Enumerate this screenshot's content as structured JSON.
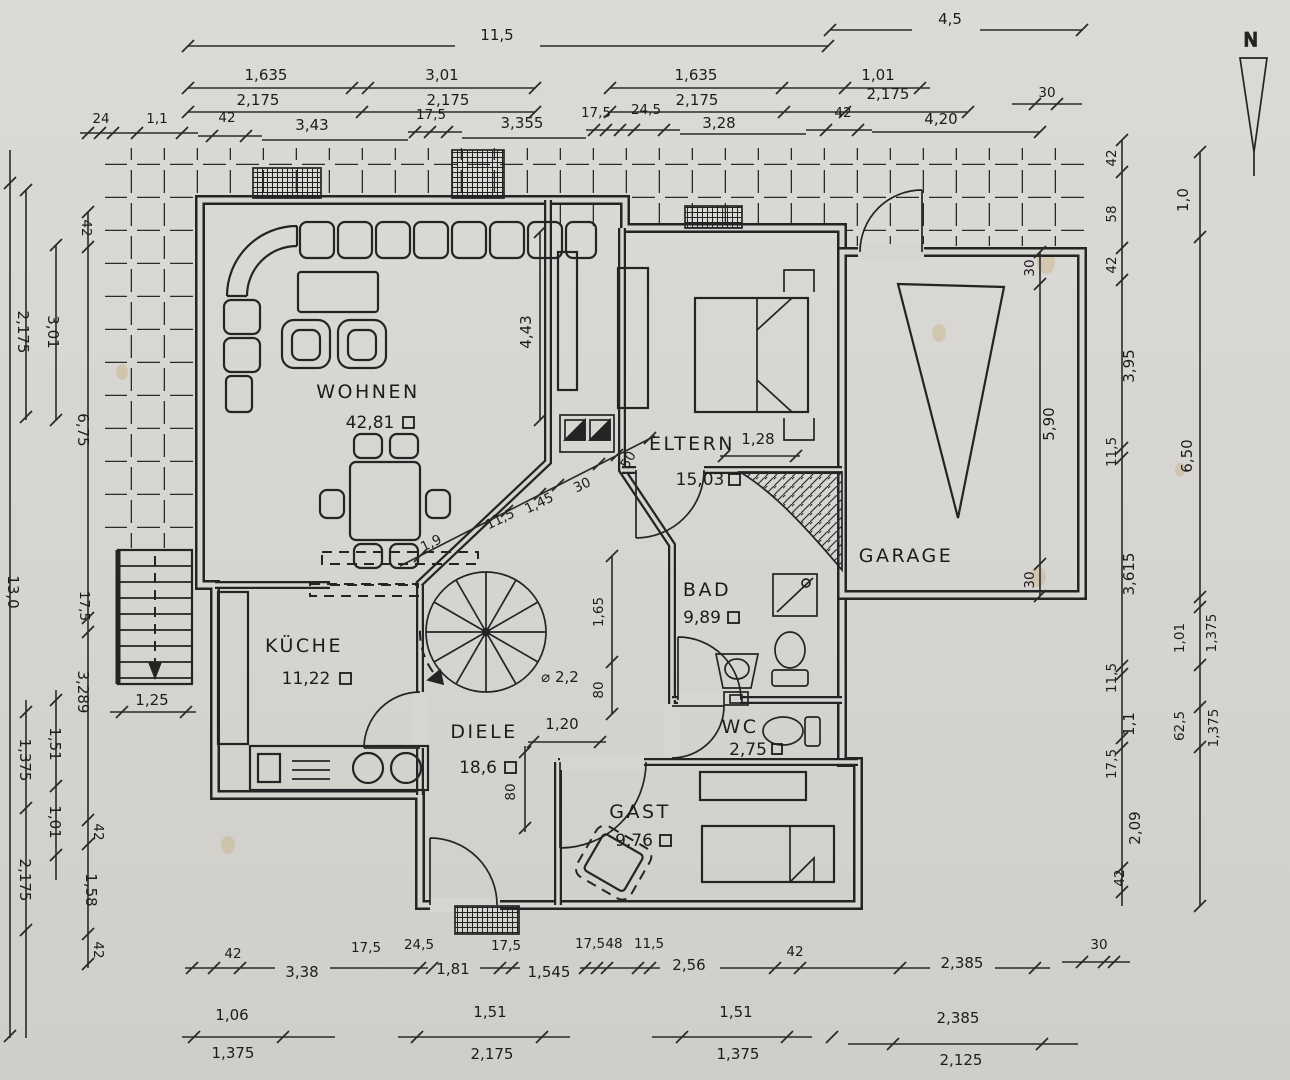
{
  "plan": {
    "north_label": "N",
    "rooms": {
      "wohnen": {
        "name": "WOHNEN",
        "area": "42,81"
      },
      "kueche": {
        "name": "KÜCHE",
        "area": "11,22"
      },
      "diele": {
        "name": "DIELE",
        "area": "18,6"
      },
      "gast": {
        "name": "GAST",
        "area": "9,76"
      },
      "bad": {
        "name": "BAD",
        "area": "9,89"
      },
      "wc": {
        "name": "WC",
        "area": "2,75"
      },
      "eltern": {
        "name": "ELTERN",
        "area": "15,03"
      },
      "garage": {
        "name": "GARAGE"
      }
    }
  },
  "dims": {
    "top_r1": [
      "11,5",
      "4,5"
    ],
    "top_r2": [
      "1,635",
      "3,01",
      "1,635",
      "1,01"
    ],
    "top_r3": [
      "2,175",
      "2,175",
      "2,175",
      "2,175",
      "30"
    ],
    "top_r4": [
      "24",
      "1,1",
      "42",
      "3,43",
      "17,5",
      "3,355",
      "17,5",
      "24,5",
      "3,28",
      "42",
      "4,20"
    ],
    "bottom_r1": [
      "42",
      "3,38",
      "17,5",
      "24,5",
      "1,81",
      "17,5",
      "1,545",
      "17,5",
      "48",
      "11,5",
      "2,56",
      "42",
      "2,385",
      "30"
    ],
    "bottom_r2": [
      "1,06",
      "1,375",
      "1,51",
      "2,175",
      "1,51",
      "1,375",
      "2,385",
      "2,125"
    ],
    "left": [
      "42",
      "6,75",
      "3,01",
      "2,175",
      "13,0",
      "17,5",
      "3,289",
      "1,51",
      "1,375",
      "42",
      "1,01",
      "1,58",
      "2,175",
      "42"
    ],
    "right_inner": [
      "42",
      "58",
      "42",
      "3,95",
      "11,5",
      "3,615",
      "11,5",
      "1,1",
      "17,5",
      "2,09",
      "42"
    ],
    "garage_side": [
      "30",
      "5,90",
      "30"
    ],
    "right_outer": [
      "1,0",
      "6,50",
      "1,01",
      "1,375",
      "62,5",
      "1,375"
    ],
    "inner": [
      "4,43",
      "1,9",
      "11,5",
      "1,45",
      "30",
      "50",
      "1,28",
      "1,65",
      "80",
      "1,20",
      "80",
      "⌀ 2,2",
      "1,25"
    ]
  }
}
